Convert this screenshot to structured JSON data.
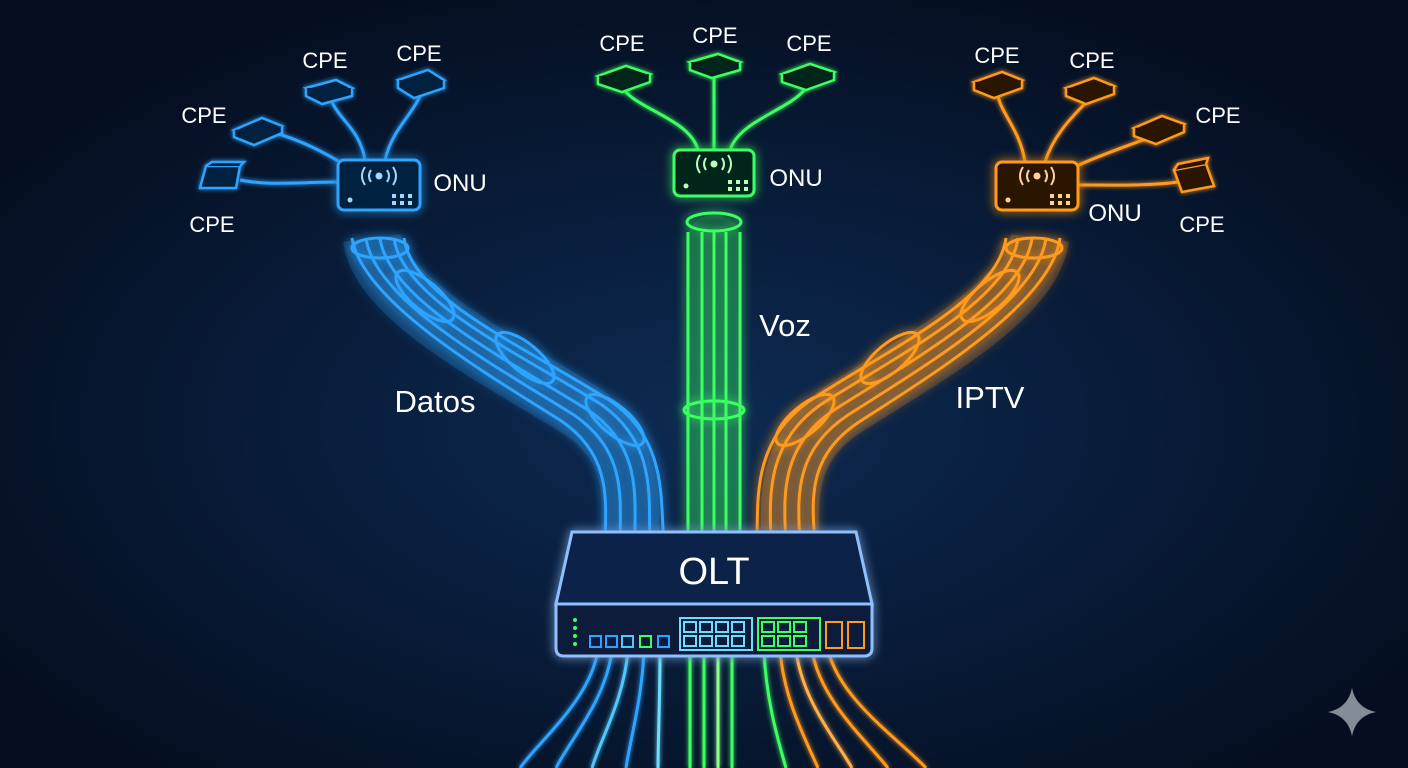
{
  "colors": {
    "background": "#05132a",
    "datos": "#2fa4ff",
    "voz": "#3cff62",
    "iptv": "#ff9a1f",
    "olt": "#8fbfff"
  },
  "olt": {
    "label": "OLT"
  },
  "links": {
    "datos": {
      "label": "Datos"
    },
    "voz": {
      "label": "Voz"
    },
    "iptv": {
      "label": "IPTV"
    }
  },
  "onus": {
    "datos": {
      "label": "ONU"
    },
    "voz": {
      "label": "ONU"
    },
    "iptv": {
      "label": "ONU"
    }
  },
  "cpes": {
    "datos": [
      "CPE",
      "CPE",
      "CPE",
      "CPE"
    ],
    "voz": [
      "CPE",
      "CPE",
      "CPE"
    ],
    "iptv": [
      "CPE",
      "CPE",
      "CPE",
      "CPE"
    ]
  },
  "icons": {
    "corner": "sparkle-icon",
    "onu": "wifi-signal-icon"
  }
}
